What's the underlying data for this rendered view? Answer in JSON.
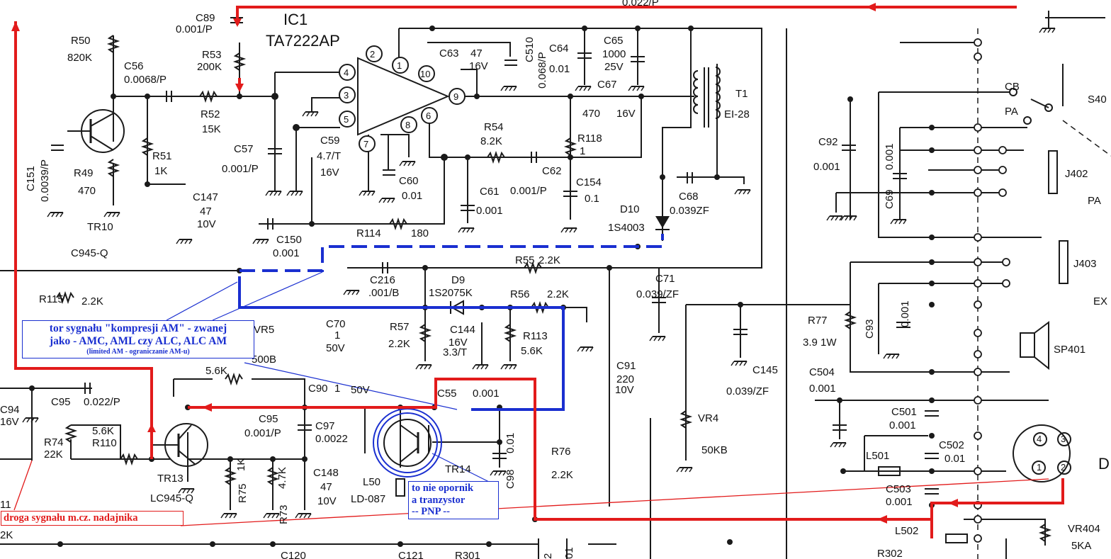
{
  "ic": {
    "name": "IC1",
    "part": "TA7222AP",
    "pins": [
      "1",
      "2",
      "3",
      "4",
      "5",
      "6",
      "7",
      "8",
      "9",
      "10"
    ]
  },
  "labels": {
    "c89": "C89",
    "c89_val": "0.001/P",
    "r50": "R50",
    "r50_val": "820K",
    "r53": "R53",
    "r53_val": "200K",
    "c56": "C56",
    "c56_val": "0.0068/P",
    "r52": "R52",
    "r52_val": "15K",
    "c151": "C151",
    "c151_val": "0.0039/P",
    "r49": "R49",
    "r49_val": "470",
    "r51": "R51",
    "r51_val": "1K",
    "c147": "C147",
    "c147_v1": "47",
    "c147_v2": "10V",
    "tr10": "TR10",
    "tr10_part": "C945-Q",
    "c57": "C57",
    "c57_val": "0.001/P",
    "c59": "C59",
    "c59_v1": "4.7/T",
    "c59_v2": "16V",
    "c63": "C63",
    "c63_v1": "47",
    "c63_v2": "16V",
    "c510": "C510",
    "c510_val": "0.068/P",
    "c64": "C64",
    "c64_val": "0.01",
    "c65": "C65",
    "c65_v1": "1000",
    "c65_v2": "25V",
    "c67": "C67",
    "c67_v1": "470",
    "c67_v2": "16V",
    "t1": "T1",
    "t1_part": "EI-28",
    "r54": "R54",
    "r54_val": "8.2K",
    "r118": "R118",
    "r118_val": "1",
    "c62": "C62",
    "c62_val": "0.001/P",
    "c154": "C154",
    "c154_val": "0.1",
    "c60": "C60",
    "c60_val": "0.01",
    "c61": "C61",
    "c61_val": "0.001",
    "c68": "C68",
    "c68_val": "0.039ZF",
    "d10": "D10",
    "d10_part": "1S4003",
    "c150": "C150",
    "c150_val": "0.001",
    "r114": "R114",
    "r114_val": "180",
    "r55": "R55",
    "r55_val": "2.2K",
    "c216": "C216",
    "c216_val": ".001/B",
    "d9": "D9",
    "d9_part": "1S2075K",
    "r56": "R56",
    "r56_val": "2.2K",
    "c71": "C71",
    "c71_val": "0.039/ZF",
    "r115": "R115",
    "r115_val": "2.2K",
    "vr5": "VR5",
    "vr5_val": "500B",
    "c70": "C70",
    "c70_v1": "1",
    "c70_v2": "50V",
    "r57": "R57",
    "r57_val": "2.2K",
    "c144": "C144",
    "c144_v1": "16V",
    "c144_v2": "3.3/T",
    "r113": "R113",
    "r113_val": "5.6K",
    "c91": "C91",
    "c91_v1": "220",
    "c91_v2": "10V",
    "c145": "C145",
    "c145_val": "0.039/ZF",
    "vr4": "VR4",
    "vr4_val": "50KB",
    "r77": "R77",
    "r77_val": "3.9  1W",
    "c93": "C93",
    "c93_val": "0.001",
    "c92": "C92",
    "c92_val": "0.001",
    "c69": "C69",
    "c69_val": "0.001",
    "cb": "CB",
    "pa": "PA",
    "s40": "S40",
    "j402": "J402",
    "j402_sub": "PA",
    "j403": "J403",
    "j403_sub": "EX",
    "sp401": "SP401",
    "c504": "C504",
    "c504_val": "0.001",
    "c501": "C501",
    "c501_val": "0.001",
    "c502": "C502",
    "c502_val": "0.01",
    "c503": "C503",
    "c503_val": "0.001",
    "l501": "L501",
    "l502": "L502",
    "vr404": "VR404",
    "vr404_val": "5KA",
    "r302": "R302",
    "c94": "C94",
    "c94_val": "16V",
    "c95a": "C95",
    "c95a_val": "0.022/P",
    "r74": "R74",
    "r74_val": "22K",
    "r110": "R110",
    "r110_val": "5.6K",
    "r5_6k": "5.6K",
    "tr13": "TR13",
    "tr13_part": "LC945-Q",
    "c90": "C90",
    "c90_v1": "1",
    "c90_v2": "50V",
    "c95b": "C95",
    "c95b_val": "0.001/P",
    "c97": "C97",
    "c97_val": "0.0022",
    "c55": "C55",
    "c55_val": "0.001",
    "r75": "R75",
    "r75_val": "1K",
    "r73": "R73",
    "r73_val": "4.7K",
    "c148": "C148",
    "c148_v1": "47",
    "c148_v2": "10V",
    "l50": "L50",
    "l50_part": "LD-087",
    "tr14": "TR14",
    "c98": "C98",
    "c98_val": "0.01",
    "r76": "R76",
    "r76_val": "2.2K",
    "c121": "C121",
    "r301": "R301",
    "c120": "C120",
    "top_cut": "0.022/P",
    "frag_11": "11",
    "frag_2k": "2K",
    "frag_2": "2",
    "frag_01": "01",
    "frag_d": "D",
    "pin_1": "1",
    "pin_2": "2",
    "pin_3": "3",
    "pin_4": "4"
  },
  "annotations": {
    "compression_line1": "tor sygnału \"kompresji AM\" - zwanej",
    "compression_line2": "jako - AMC, AML czy ALC, ALC AM",
    "compression_line3": "(limited AM - ograniczanie AM-u)",
    "transistor_line1": "to nie opornik",
    "transistor_line2": "a tranzystor",
    "transistor_line3": "-- PNP --",
    "signal_path": "droga sygnału m.cz. nadajnika"
  },
  "colors": {
    "line": "#1a1a1a",
    "red_path": "#e21b1b",
    "blue_path": "#1a2fd0",
    "background": "#ffffff"
  }
}
